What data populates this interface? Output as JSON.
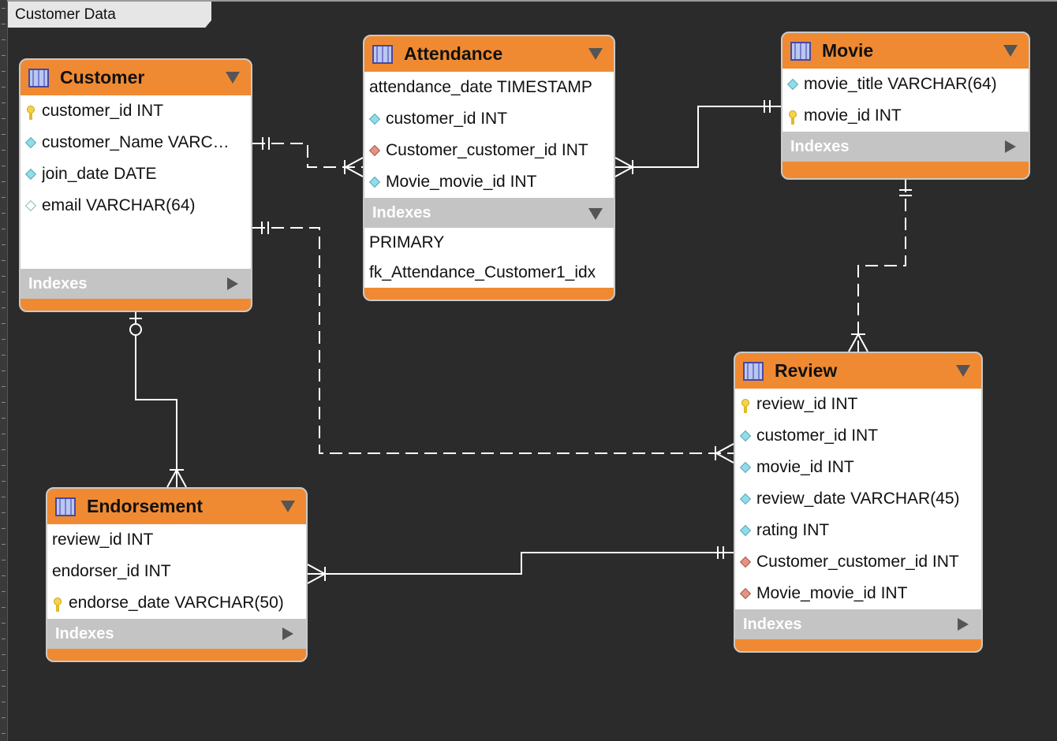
{
  "canvas": {
    "layer_name": "Customer Data",
    "background": "#2b2b2b",
    "accent": "#f08a32"
  },
  "entities": {
    "customer": {
      "name": "Customer",
      "columns": [
        {
          "text": "customer_id INT",
          "icon": "key-icon"
        },
        {
          "text": "customer_Name VARC…",
          "icon": "diamond-icon"
        },
        {
          "text": "join_date DATE",
          "icon": "diamond-icon"
        },
        {
          "text": "email VARCHAR(64)",
          "icon": "empty-diamond-icon"
        }
      ],
      "indexes_label": "Indexes"
    },
    "attendance": {
      "name": "Attendance",
      "columns": [
        {
          "text": "attendance_date TIMESTAMP",
          "icon": ""
        },
        {
          "text": "customer_id INT",
          "icon": "diamond-icon"
        },
        {
          "text": "Customer_customer_id INT",
          "icon": "fk-icon"
        },
        {
          "text": "Movie_movie_id INT",
          "icon": "diamond-icon"
        }
      ],
      "indexes_label": "Indexes",
      "indexes": [
        "PRIMARY",
        "fk_Attendance_Customer1_idx"
      ]
    },
    "movie": {
      "name": "Movie",
      "columns": [
        {
          "text": "movie_title VARCHAR(64)",
          "icon": "diamond-icon"
        },
        {
          "text": "movie_id INT",
          "icon": "key-icon"
        }
      ],
      "indexes_label": "Indexes"
    },
    "review": {
      "name": "Review",
      "columns": [
        {
          "text": "review_id INT",
          "icon": "key-icon"
        },
        {
          "text": "customer_id INT",
          "icon": "diamond-icon"
        },
        {
          "text": "movie_id INT",
          "icon": "diamond-icon"
        },
        {
          "text": "review_date VARCHAR(45)",
          "icon": "diamond-icon"
        },
        {
          "text": "rating INT",
          "icon": "diamond-icon"
        },
        {
          "text": "Customer_customer_id INT",
          "icon": "fk-icon"
        },
        {
          "text": "Movie_movie_id INT",
          "icon": "fk-icon"
        }
      ],
      "indexes_label": "Indexes"
    },
    "endorsement": {
      "name": "Endorsement",
      "columns": [
        {
          "text": "review_id INT",
          "icon": ""
        },
        {
          "text": "endorser_id INT",
          "icon": ""
        },
        {
          "text": "endorse_date VARCHAR(50)",
          "icon": "key-icon"
        }
      ],
      "indexes_label": "Indexes"
    }
  },
  "relationships": [
    {
      "from": "Customer",
      "to": "Attendance",
      "line": "dashed",
      "from_end": "one-and-only-one",
      "to_end": "one-or-many"
    },
    {
      "from": "Movie",
      "to": "Attendance",
      "line": "solid",
      "from_end": "one-and-only-one",
      "to_end": "one-or-many"
    },
    {
      "from": "Customer",
      "to": "Review",
      "line": "dashed",
      "from_end": "one-and-only-one",
      "to_end": "one-or-many"
    },
    {
      "from": "Movie",
      "to": "Review",
      "line": "dashed",
      "from_end": "one-and-only-one",
      "to_end": "one-or-many"
    },
    {
      "from": "Customer",
      "to": "Endorsement",
      "line": "solid",
      "from_end": "zero-or-one",
      "to_end": "one-or-many"
    },
    {
      "from": "Review",
      "to": "Endorsement",
      "line": "solid",
      "from_end": "one-and-only-one",
      "to_end": "one-or-many"
    }
  ]
}
